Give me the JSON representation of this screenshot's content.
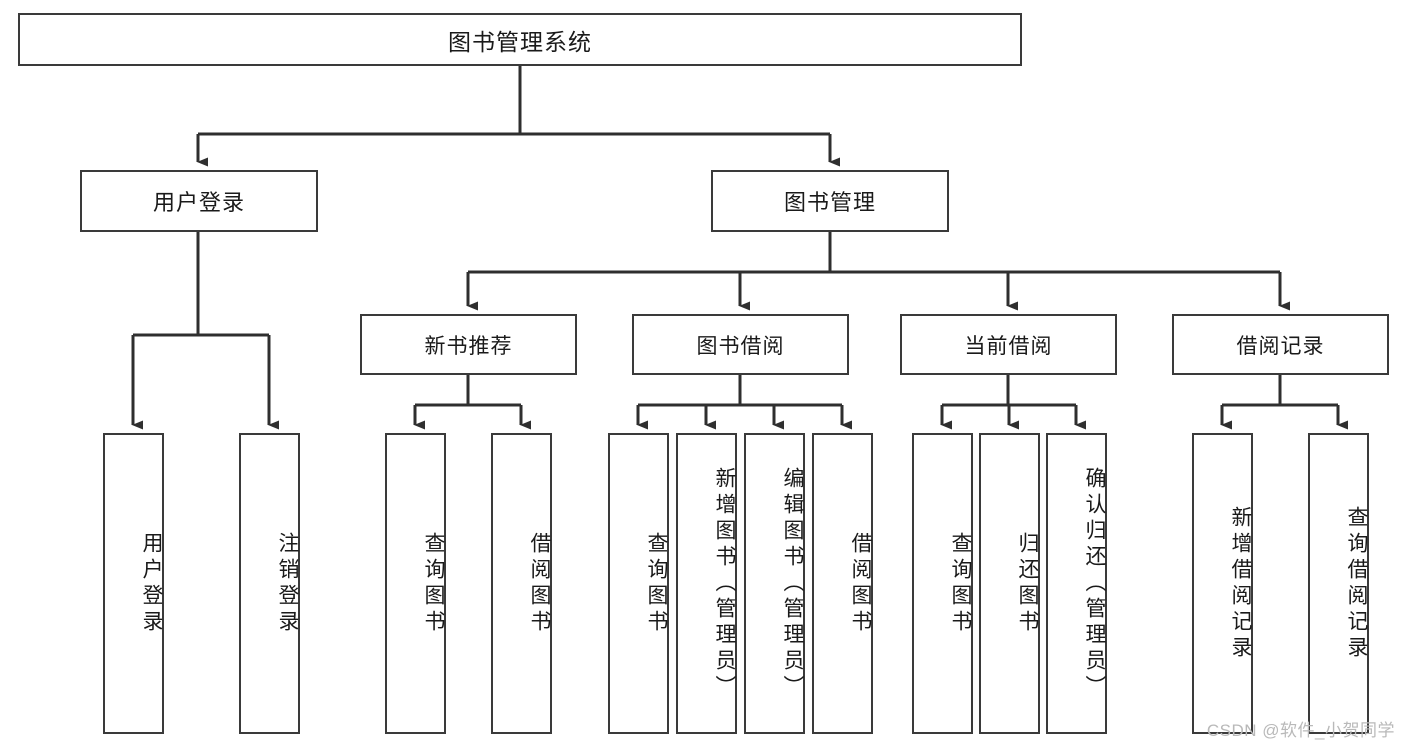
{
  "diagram": {
    "title": "图书管理系统",
    "watermark": "CSDN @软件_小贺同学",
    "root": {
      "label": "图书管理系统"
    },
    "level1": [
      {
        "label": "用户登录"
      },
      {
        "label": "图书管理"
      }
    ],
    "level2": [
      {
        "label": "新书推荐"
      },
      {
        "label": "图书借阅"
      },
      {
        "label": "当前借阅"
      },
      {
        "label": "借阅记录"
      }
    ],
    "leaves": {
      "user_login": [
        {
          "label": "用户登录"
        },
        {
          "label": "注销登录"
        }
      ],
      "new_book": [
        {
          "label": "查询图书"
        },
        {
          "label": "借阅图书"
        }
      ],
      "book_borrow": [
        {
          "label": "查询图书"
        },
        {
          "label": "新增图书（管理员）"
        },
        {
          "label": "编辑图书（管理员）"
        },
        {
          "label": "借阅图书"
        }
      ],
      "current_borrow": [
        {
          "label": "查询图书"
        },
        {
          "label": "归还图书"
        },
        {
          "label": "确认归还（管理员）"
        }
      ],
      "borrow_record": [
        {
          "label": "新增借阅记录"
        },
        {
          "label": "查询借阅记录"
        }
      ]
    },
    "colors": {
      "border": "#3a3a3a",
      "background": "#ffffff",
      "text": "#1a1a1a",
      "watermark": "#b9b9b9"
    }
  }
}
